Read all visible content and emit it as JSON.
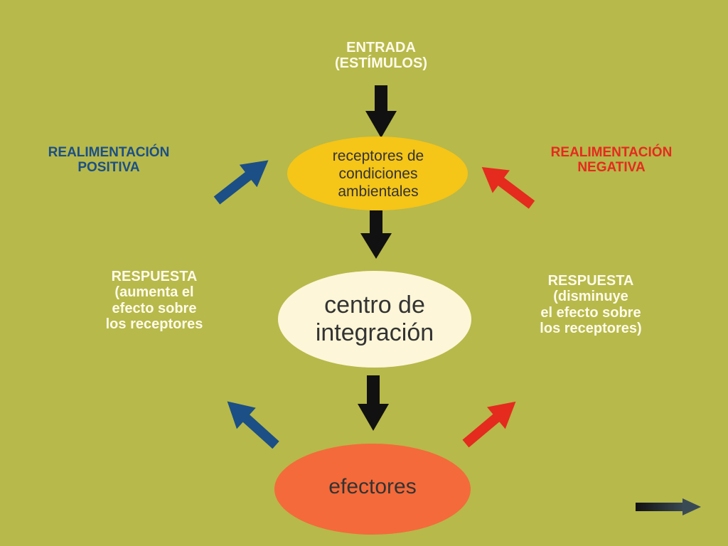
{
  "entrada": {
    "line1": "ENTRADA",
    "line2": "(ESTÍMULOS)"
  },
  "left_feedback": {
    "line1": "REALIMENTACIÓN",
    "line2": "POSITIVA"
  },
  "right_feedback": {
    "line1": "REALIMENTACIÓN",
    "line2": "NEGATIVA"
  },
  "receptores": {
    "line1": "receptores de",
    "line2": "condiciones",
    "line3": "ambientales"
  },
  "centro": {
    "line1": "centro de",
    "line2": "integración"
  },
  "efectores": {
    "label": "efectores"
  },
  "left_response": {
    "line1": "RESPUESTA",
    "line2": "(aumenta el",
    "line3": "efecto sobre",
    "line4": "los receptores"
  },
  "right_response": {
    "line1": "RESPUESTA",
    "line2": "(disminuye",
    "line3": "el efecto sobre",
    "line4": "los receptores)"
  },
  "colors": {
    "background": "#b7b94a",
    "receptores_fill": "#f5c518",
    "centro_fill": "#fdf6d8",
    "efectores_fill": "#f46a3a",
    "positive": "#1b4f86",
    "negative": "#e42b1e",
    "main_arrow": "#111111"
  },
  "icons": {
    "next": "arrow-right-icon"
  }
}
